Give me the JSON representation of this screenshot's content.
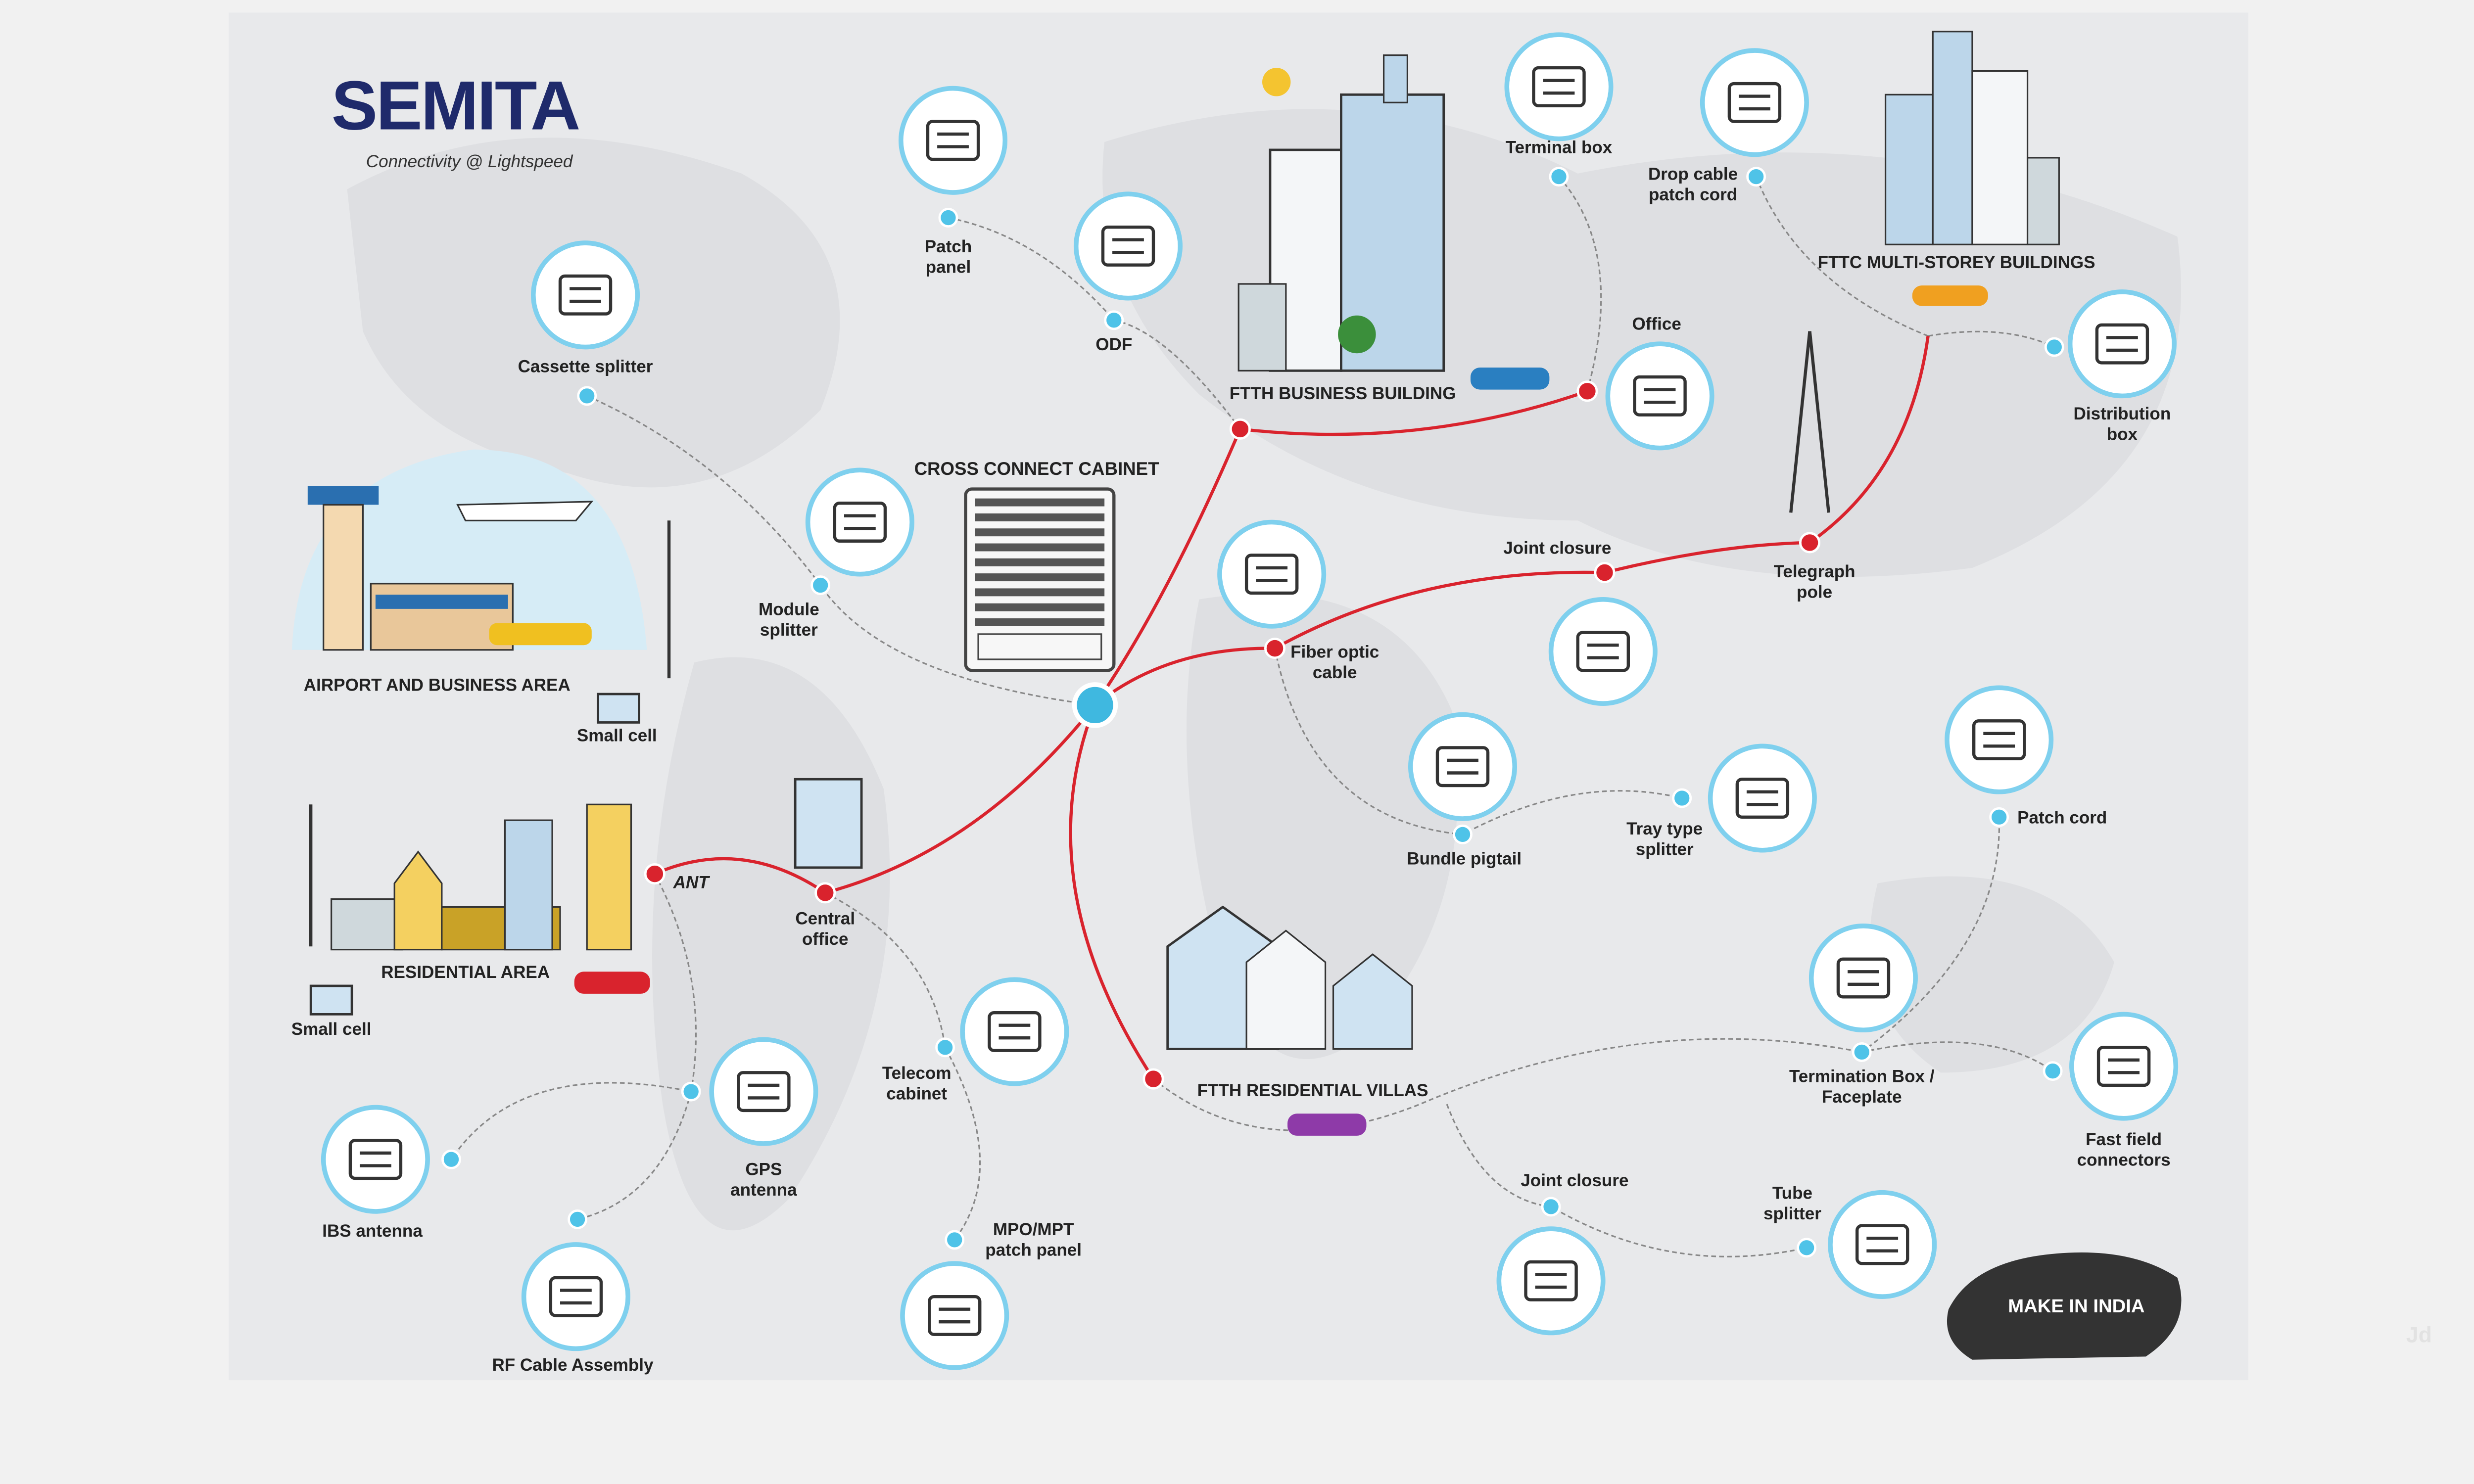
{
  "logo": {
    "name": "SEMITA",
    "tagline": "Connectivity @ Lightspeed"
  },
  "colors": {
    "fiber": "#d9232d",
    "link": "#888888",
    "node": "#4fc3e8",
    "hub": "#3fb8e0",
    "logo": "#1f2a6b",
    "panel": "#e9eaec",
    "page": "#f1f1f1"
  },
  "areas": {
    "cross_connect": "CROSS CONNECT CABINET",
    "ftth_business": "FTTH BUSINESS BUILDING",
    "fttc_multi": "FTTC MULTI-STOREY BUILDINGS",
    "airport": "AIRPORT AND BUSINESS AREA",
    "residential": "RESIDENTIAL AREA",
    "ftth_villas": "FTTH RESIDENTIAL VILLAS",
    "ant": "ANT",
    "make_in_india": "MAKE IN INDIA"
  },
  "components": [
    {
      "id": "patch_panel",
      "label": [
        "Patch",
        "panel"
      ],
      "icon": "patch-panel-icon"
    },
    {
      "id": "odf",
      "label": [
        "ODF"
      ],
      "icon": "odf-rack-icon"
    },
    {
      "id": "cassette",
      "label": [
        "Cassette splitter"
      ],
      "icon": "cassette-splitter-icon"
    },
    {
      "id": "module",
      "label": [
        "Module",
        "splitter"
      ],
      "icon": "module-splitter-icon"
    },
    {
      "id": "terminal",
      "label": [
        "Terminal box"
      ],
      "icon": "terminal-box-icon"
    },
    {
      "id": "drop",
      "label": [
        "Drop cable",
        "patch cord"
      ],
      "icon": "drop-cable-icon"
    },
    {
      "id": "office",
      "label": [
        "Office"
      ],
      "icon": "office-icon"
    },
    {
      "id": "distribution",
      "label": [
        "Distribution",
        "box"
      ],
      "icon": "distribution-box-icon"
    },
    {
      "id": "joint1",
      "label": [
        "Joint closure"
      ],
      "icon": "joint-closure-icon"
    },
    {
      "id": "telegraph",
      "label": [
        "Telegraph",
        "pole"
      ],
      "icon": "telegraph-pole-icon"
    },
    {
      "id": "fiber",
      "label": [
        "Fiber optic",
        "cable"
      ],
      "icon": "fiber-cable-icon"
    },
    {
      "id": "pigtail",
      "label": [
        "Bundle pigtail"
      ],
      "icon": "bundle-pigtail-icon"
    },
    {
      "id": "tray",
      "label": [
        "Tray type",
        "splitter"
      ],
      "icon": "tray-splitter-icon"
    },
    {
      "id": "patchcord",
      "label": [
        "Patch cord"
      ],
      "icon": "patch-cord-icon"
    },
    {
      "id": "central",
      "label": [
        "Central",
        "office"
      ],
      "icon": "central-office-icon"
    },
    {
      "id": "telecom",
      "label": [
        "Telecom",
        "cabinet"
      ],
      "icon": "telecom-cabinet-icon"
    },
    {
      "id": "mpo",
      "label": [
        "MPO/MPT",
        "patch panel"
      ],
      "icon": "mpo-panel-icon"
    },
    {
      "id": "gps",
      "label": [
        "GPS",
        "antenna"
      ],
      "icon": "gps-antenna-icon"
    },
    {
      "id": "ibs",
      "label": [
        "IBS antenna"
      ],
      "icon": "ibs-antenna-icon"
    },
    {
      "id": "rf",
      "label": [
        "RF Cable Assembly"
      ],
      "icon": "rf-cable-icon"
    },
    {
      "id": "termination",
      "label": [
        "Termination Box /",
        "Faceplate"
      ],
      "icon": "termination-box-icon"
    },
    {
      "id": "fastfield",
      "label": [
        "Fast field",
        "connectors"
      ],
      "icon": "fast-connector-icon"
    },
    {
      "id": "joint2",
      "label": [
        "Joint closure"
      ],
      "icon": "joint-closure-icon"
    },
    {
      "id": "tube",
      "label": [
        "Tube",
        "splitter"
      ],
      "icon": "tube-splitter-icon"
    },
    {
      "id": "smallcell1",
      "label": [
        "Small cell"
      ],
      "icon": "small-cell-icon"
    },
    {
      "id": "smallcell2",
      "label": [
        "Small cell"
      ],
      "icon": "small-cell-icon"
    }
  ],
  "watermark": "Jd"
}
